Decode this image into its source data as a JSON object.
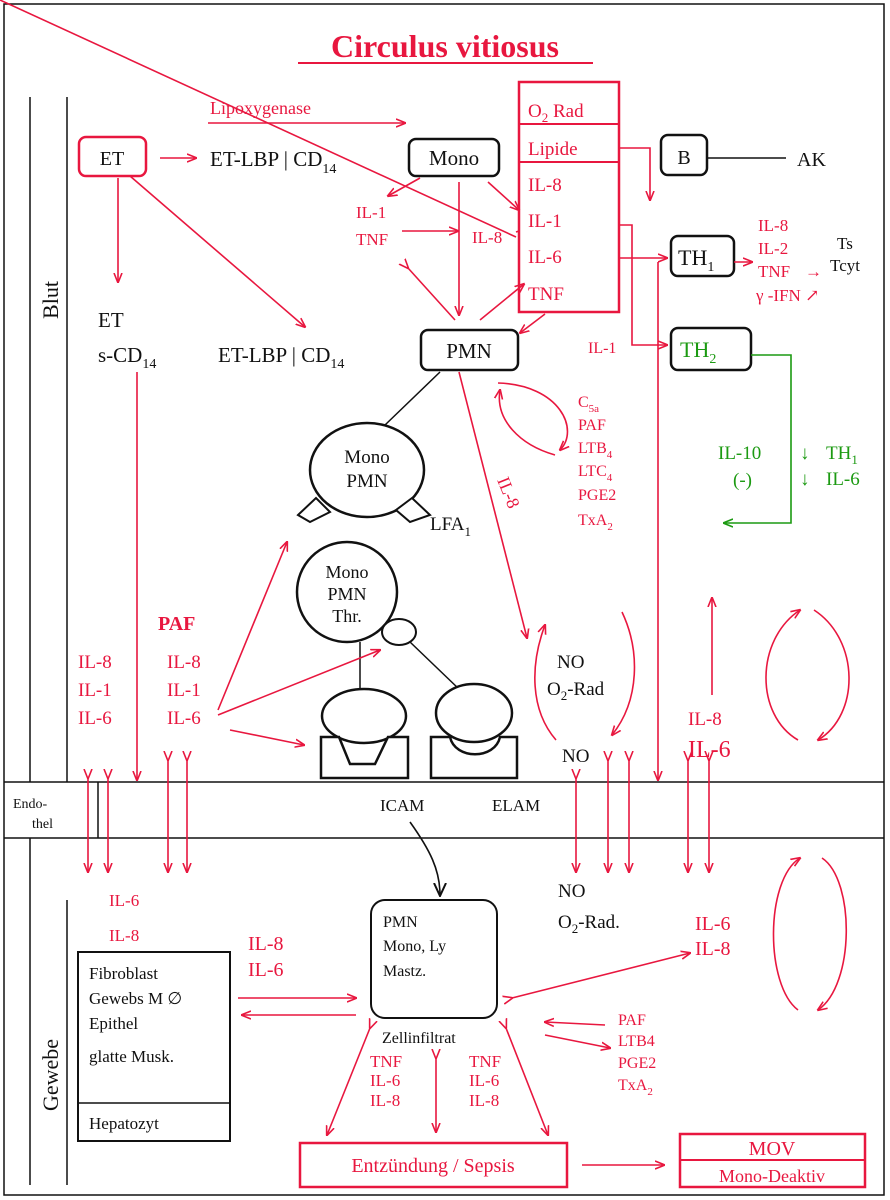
{
  "title": "Circulus vitiosus",
  "sections": {
    "blut": "Blut",
    "gewebe": "Gewebe",
    "endothel_1": "Endo-",
    "endothel_2": "thel"
  },
  "top": {
    "lipoxygenase": "Lipoxygenase",
    "et": "ET",
    "et_lbp": "ET-LBP",
    "cd14": "CD",
    "sub14": "14",
    "mono": "Mono",
    "b": "B",
    "ak": "AK",
    "mediators": [
      "Rad",
      "Lipide",
      "IL-8",
      "IL-1",
      "IL-6",
      "TNF"
    ],
    "o2": "O",
    "sub2": "2",
    "il1": "IL-1",
    "tnf": "TNF",
    "il8": "IL-8"
  },
  "th1": {
    "label": "TH",
    "sub": "1",
    "outputs": [
      "IL-8",
      "IL-2",
      "TNF",
      "γ -IFN ↗"
    ],
    "targets": [
      "Ts",
      "Tcyt"
    ],
    "arrow": "→"
  },
  "th2": {
    "label": "TH",
    "sub": "2",
    "input": "IL-1"
  },
  "il10": {
    "l1": "IL-10",
    "l2": "(-)",
    "down": "↓",
    "th": "TH",
    "sub1": "1",
    "il6": "IL-6"
  },
  "mid": {
    "et": "ET",
    "s_cd": "s-CD",
    "sub14": "14",
    "et_lbp": "ET-LBP",
    "cd": "CD",
    "pmn": "PMN",
    "c5": "C",
    "c5sub": "5a",
    "lipid_meds": [
      "PAF",
      "LTB",
      "LTC",
      "PGE2",
      "TxA"
    ],
    "sub4": "4",
    "sub2": "2",
    "il8_diag": "IL-8",
    "cell1": [
      "Mono",
      "PMN"
    ],
    "lfa": "LFA",
    "lfa_sub": "1",
    "cell2": [
      "Mono",
      "PMN",
      "Thr."
    ],
    "paf": "PAF",
    "il_col1": [
      "IL-8",
      "IL-1",
      "IL-6"
    ],
    "il_col2": [
      "IL-8",
      "IL-1",
      "IL-6"
    ],
    "no": "NO",
    "o2rad": "-Rad",
    "o": "O",
    "no2": "NO",
    "il8_right": "IL-8",
    "il6_right": "IL-6"
  },
  "endothel": {
    "icam": "ICAM",
    "elam": "ELAM"
  },
  "bottom": {
    "il6": "IL-6",
    "il8": "IL-8",
    "il8b": "IL-8",
    "il6b": "IL-6",
    "fibro": [
      "Fibroblast",
      "Gewebs M ∅",
      "Epithel",
      "glatte Musk.",
      "Hepatozyt"
    ],
    "center": [
      "PMN",
      "Mono, Ly",
      "Mastz."
    ],
    "infiltrat": "Zellinfiltrat",
    "col_a": [
      "TNF",
      "IL-6",
      "IL-8"
    ],
    "col_b": [
      "TNF",
      "IL-6",
      "IL-8"
    ],
    "no": "NO",
    "o2rad": "-Rad.",
    "o": "O",
    "right_il": [
      "IL-6",
      "IL-8"
    ],
    "right_meds": [
      "PAF",
      "LTB4",
      "PGE2",
      "TxA"
    ],
    "sepsis": "Entzündung / Sepsis",
    "mov": "MOV",
    "mono_deaktiv": "Mono-Deaktiv"
  }
}
